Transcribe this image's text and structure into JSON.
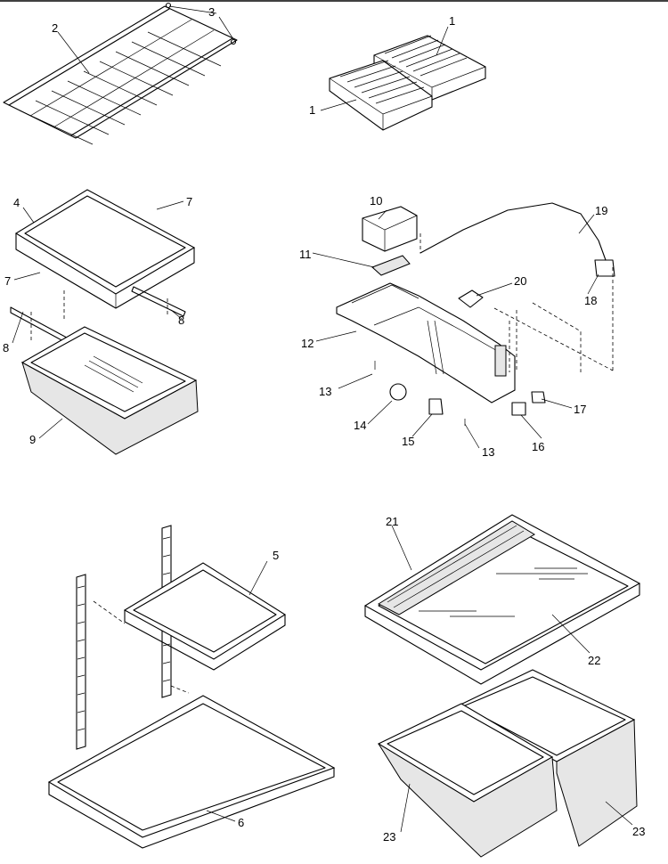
{
  "diagram": {
    "part_labels": {
      "p1a": "1",
      "p1b": "1",
      "p2": "2",
      "p3": "3",
      "p4": "4",
      "p5": "5",
      "p6": "6",
      "p7a": "7",
      "p7b": "7",
      "p8a": "8",
      "p8b": "8",
      "p9": "9",
      "p10": "10",
      "p11": "11",
      "p12": "12",
      "p13a": "13",
      "p13b": "13",
      "p14": "14",
      "p15": "15",
      "p16": "16",
      "p17": "17",
      "p18": "18",
      "p19": "19",
      "p20": "20",
      "p21": "21",
      "p22": "22",
      "p23a": "23",
      "p23b": "23"
    }
  }
}
